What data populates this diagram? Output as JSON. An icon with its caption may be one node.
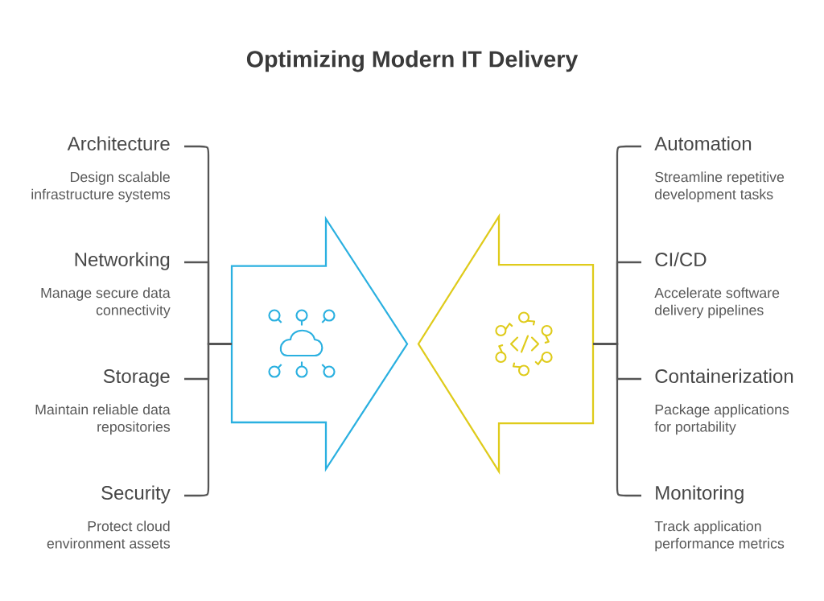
{
  "diagram": {
    "title": "Optimizing Modern IT Delivery",
    "nodes": [
      {
        "text": [
          "Architecture",
          "Design scalable infrastructure systems"
        ]
      },
      {
        "text": [
          "Networking",
          "Manage secure data connectivity"
        ]
      },
      {
        "text": [
          "Storage",
          "Maintain reliable data repositories"
        ]
      },
      {
        "text": [
          "Security",
          "Protect cloud environment assets"
        ]
      },
      {
        "text": [],
        "shape": "arrow"
      },
      {
        "text": [],
        "shape": "arrow"
      },
      {
        "text": [
          "Automation",
          "Streamline repetitive development tasks"
        ]
      },
      {
        "text": [
          "CI/CD",
          "Accelerate software delivery pipelines"
        ]
      },
      {
        "text": [
          "Containerization",
          "Package applications for portability"
        ]
      },
      {
        "text": [
          "Monitoring",
          "Track application performance metrics"
        ]
      }
    ],
    "edges": [
      {
        "from": 0,
        "to": 4,
        "arrow": "none"
      },
      {
        "from": 1,
        "to": 4,
        "arrow": "none"
      },
      {
        "from": 2,
        "to": 4,
        "arrow": "none"
      },
      {
        "from": 3,
        "to": 4,
        "arrow": "none"
      },
      {
        "from": 6,
        "to": 5,
        "arrow": "none"
      },
      {
        "from": 7,
        "to": 5,
        "arrow": "none"
      },
      {
        "from": 8,
        "to": 5,
        "arrow": "none"
      },
      {
        "from": 9,
        "to": 5,
        "arrow": "none"
      }
    ]
  }
}
